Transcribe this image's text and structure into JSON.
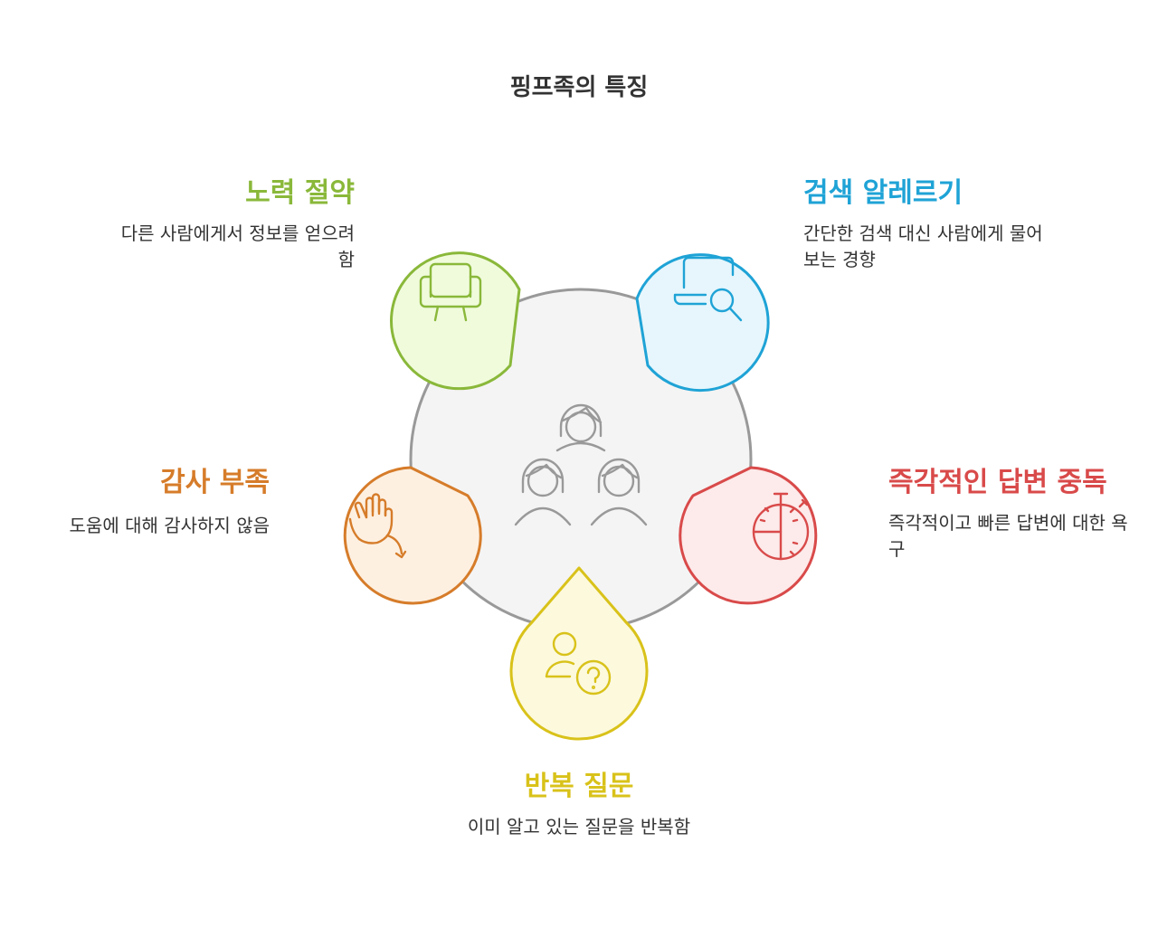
{
  "title": "핑프족의 특징",
  "colors": {
    "effort": "#8ab83a",
    "search": "#1fa3d6",
    "thanks": "#d67c2a",
    "instant": "#d94a4a",
    "repeat": "#d9c21a",
    "center": "#999999"
  },
  "items": {
    "effort": {
      "heading": "노력 절약",
      "desc": "다른 사람에게서 정보를 얻으려 함",
      "icon": "armchair-icon"
    },
    "search": {
      "heading": "검색 알레르기",
      "desc": "간단한 검색 대신 사람에게 물어보는 경향",
      "icon": "laptop-search-icon"
    },
    "thanks": {
      "heading": "감사 부족",
      "desc": "도움에 대해 감사하지 않음",
      "icon": "hand-wave-icon"
    },
    "instant": {
      "heading": "즉각적인 답변 중독",
      "desc": "즉각적이고 빠른 답변에 대한 욕구",
      "icon": "stopwatch-icon"
    },
    "repeat": {
      "heading": "반복 질문",
      "desc": "이미 알고 있는 질문을 반복함",
      "icon": "user-question-icon"
    }
  },
  "center_icon": "people-group-icon"
}
